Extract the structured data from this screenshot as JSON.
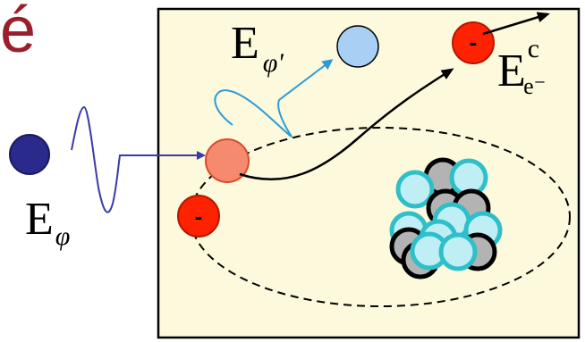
{
  "slide_fragment": {
    "text": "é"
  },
  "labels": {
    "incident_photon": {
      "base": "E",
      "subscript": "φ"
    },
    "scattered_photon": {
      "base": "E",
      "subscript": "φ'"
    },
    "recoil_electron": {
      "base": "E",
      "superscript": "c",
      "subscript": "e⁻"
    }
  },
  "electron_sign": "-",
  "colors": {
    "background_panel": "#fdf9dc",
    "incident_photon": "#2a2a8c",
    "incident_wave": "#3a3aa8",
    "scattered_photon": "#a8d0f5",
    "scattered_wave": "#2d9bd6",
    "electron": "#ff2200",
    "target_electron": "#f58a6e",
    "nucleus_proton": "#bfeff5",
    "nucleus_proton_border": "#2ebfc9",
    "nucleus_neutron": "#b3b3b3",
    "fragment_text": "#9b1e2b"
  }
}
